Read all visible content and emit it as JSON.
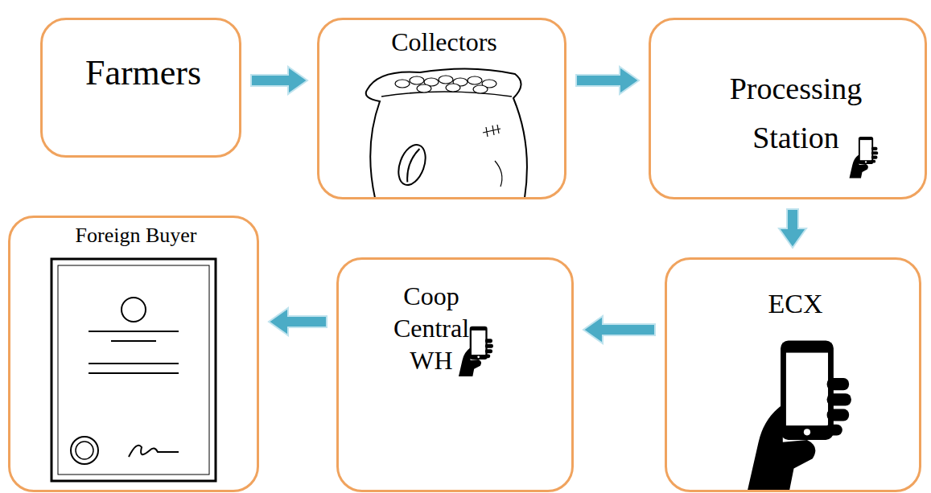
{
  "diagram": {
    "nodes": [
      {
        "text": [
          "Farmers"
        ]
      },
      {
        "text": [
          "Collectors"
        ]
      },
      {
        "text": [
          "Processing Station"
        ]
      },
      {
        "text": [
          "ECX"
        ]
      },
      {
        "text": [
          "Coop Central WH"
        ]
      },
      {
        "text": [
          "Foreign Buyer"
        ]
      }
    ],
    "edges": [
      {
        "from": 0,
        "to": 1,
        "arrow": "to"
      },
      {
        "from": 1,
        "to": 2,
        "arrow": "to"
      },
      {
        "from": 2,
        "to": 3,
        "arrow": "to"
      },
      {
        "from": 3,
        "to": 4,
        "arrow": "to"
      },
      {
        "from": 4,
        "to": 5,
        "arrow": "to"
      }
    ]
  }
}
